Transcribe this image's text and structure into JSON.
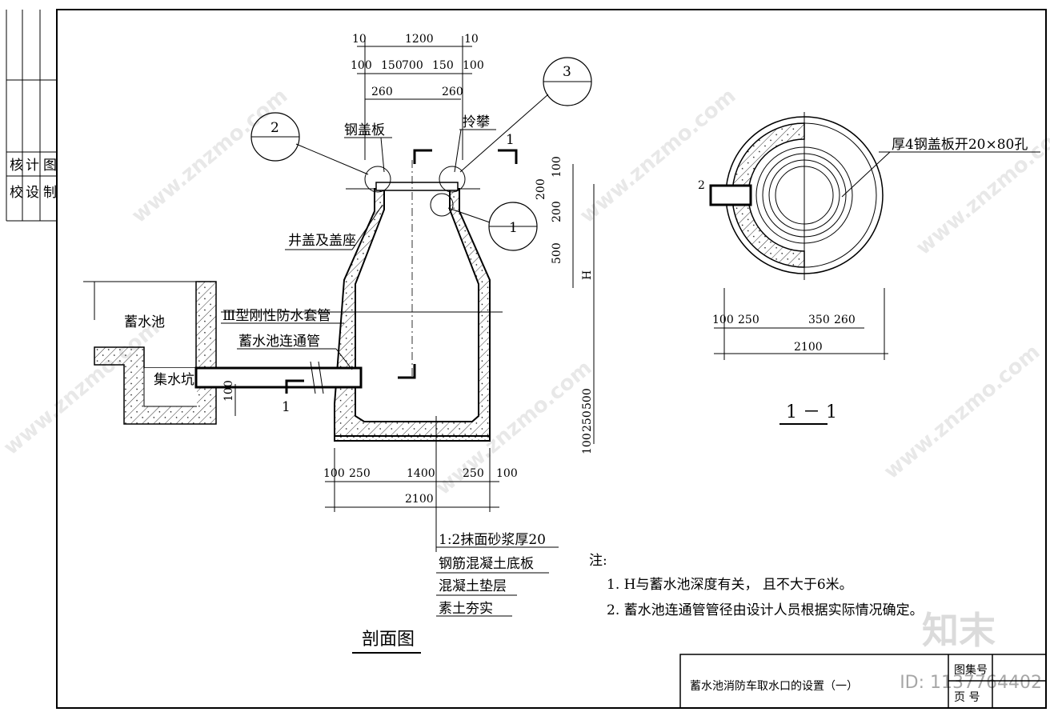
{
  "sidebar": {
    "col1": [
      "校",
      "设",
      "制"
    ],
    "col2": [
      "核",
      "计",
      "图"
    ]
  },
  "section": {
    "top_dims_row1": [
      "10",
      "1200",
      "10"
    ],
    "top_dims_row2": [
      "100",
      "150",
      "700",
      "150",
      "100"
    ],
    "top_dims_row3": [
      "260",
      "260"
    ],
    "callouts": [
      "1",
      "2",
      "3"
    ],
    "cut_label": "1",
    "label_cover": "钢盖板",
    "label_ladder": "拎攀",
    "label_well_cover": "井盖及盖座",
    "label_reservoir": "蓄水池",
    "label_sleeve": "Ⅲ型刚性防水套管",
    "label_pipe": "蓄水池连通管",
    "label_sump": "集水坑",
    "dim_100_sump": "100",
    "right_dims": [
      "100",
      "200",
      "200",
      "500",
      "H",
      "500",
      "250",
      "100"
    ],
    "bottom_dims": [
      "100",
      "250",
      "1400",
      "250",
      "100"
    ],
    "bottom_total": "2100",
    "layers": [
      "1:2抹面砂浆厚20",
      "钢筋混凝土底板",
      "混凝土垫层",
      "素土夯实"
    ],
    "title": "剖面图"
  },
  "plan": {
    "label_cover": "厚4钢盖板开20×80孔",
    "pipe_label": "2",
    "dims_left": [
      "100",
      "250"
    ],
    "dims_right": [
      "350",
      "260"
    ],
    "total": "2100",
    "title": "1 － 1"
  },
  "notes": {
    "heading": "注:",
    "items": [
      "1.  H与蓄水池深度有关，  且不大于6米。",
      "2.  蓄水池连通管管径由设计人员根据实际情况确定。"
    ]
  },
  "title_block": {
    "title": "蓄水池消防车取水口的设置（一）",
    "atlas_no": "图集号",
    "page_no": "页  号"
  },
  "watermark": {
    "text": "www.znzmo.com",
    "logo": "知末",
    "id": "ID: 1137764402"
  }
}
